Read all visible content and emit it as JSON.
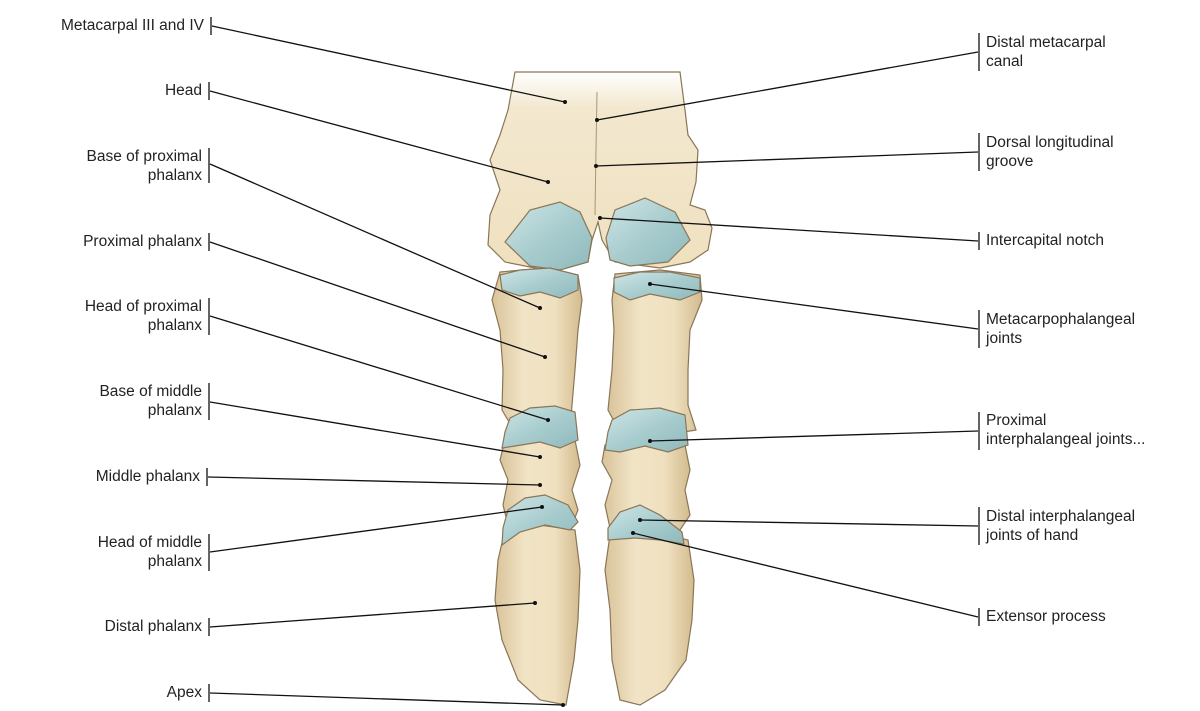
{
  "diagram": {
    "left_labels": [
      {
        "id": "metacarpal",
        "lines": [
          "Metacarpal III and IV"
        ]
      },
      {
        "id": "head",
        "lines": [
          "Head"
        ]
      },
      {
        "id": "base-prox",
        "lines": [
          "Base of proximal",
          "phalanx"
        ]
      },
      {
        "id": "prox-phalanx",
        "lines": [
          "Proximal phalanx"
        ]
      },
      {
        "id": "head-prox",
        "lines": [
          "Head of proximal",
          "phalanx"
        ]
      },
      {
        "id": "base-mid",
        "lines": [
          "Base of middle",
          "phalanx"
        ]
      },
      {
        "id": "mid-phalanx",
        "lines": [
          "Middle phalanx"
        ]
      },
      {
        "id": "head-mid",
        "lines": [
          "Head of middle",
          "phalanx"
        ]
      },
      {
        "id": "distal-phalanx",
        "lines": [
          "Distal phalanx"
        ]
      },
      {
        "id": "apex",
        "lines": [
          "Apex"
        ]
      }
    ],
    "right_labels": [
      {
        "id": "distal-metacarpal-canal",
        "lines": [
          "Distal metacarpal",
          "canal"
        ]
      },
      {
        "id": "dorsal-groove",
        "lines": [
          "Dorsal longitudinal",
          "groove"
        ]
      },
      {
        "id": "intercapital-notch",
        "lines": [
          "Intercapital notch"
        ]
      },
      {
        "id": "mcp-joints",
        "lines": [
          "Metacarpophalangeal",
          "joints"
        ]
      },
      {
        "id": "pip-joints",
        "lines": [
          "Proximal",
          "interphalangeal joints..."
        ]
      },
      {
        "id": "dip-joints",
        "lines": [
          "Distal interphalangeal",
          "joints of hand"
        ]
      },
      {
        "id": "extensor-process",
        "lines": [
          "Extensor process"
        ]
      }
    ]
  }
}
